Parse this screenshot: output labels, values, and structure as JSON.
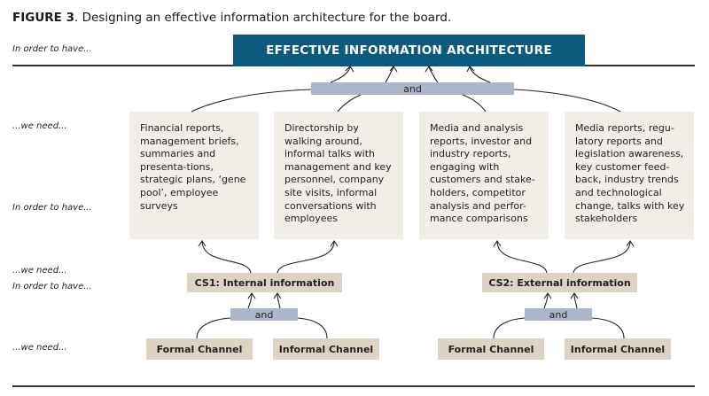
{
  "figure": {
    "label": "FIGURE 3",
    "caption": ". Designing an effective information architecture for the board."
  },
  "side_labels": {
    "top_have": "In order to have...",
    "need_1": "...we need...",
    "have_2": "In order to have...",
    "need_2": "...we need...",
    "have_3": "In order to have...",
    "need_3": "...we need..."
  },
  "banner": "EFFECTIVE INFORMATION ARCHITECTURE",
  "and_label": "and",
  "info_boxes": [
    "Financial reports, management briefs, summaries and presenta-tions, strategic plans, ‘gene pool’, employee surveys",
    "Directorship by walking around, informal talks with management and key personnel, company site visits, informal conversations with employees",
    "Media and analysis reports, investor and industry reports, engaging with customers and stake-holders, competitor analysis and perfor-mance comparisons",
    "Media reports, regu-latory reports and legislation awareness, key customer feed-back, industry trends and technological change, talks with key stakeholders"
  ],
  "cs_boxes": [
    "CS1: Internal information",
    "CS2: External information"
  ],
  "channels": [
    "Formal Channel",
    "Informal Channel",
    "Formal Channel",
    "Informal Channel"
  ],
  "colors": {
    "banner": "#0d5a7f",
    "and_bar": "#adb5c8",
    "info_box": "#f1eee8",
    "tan_box": "#ddd3c4"
  }
}
